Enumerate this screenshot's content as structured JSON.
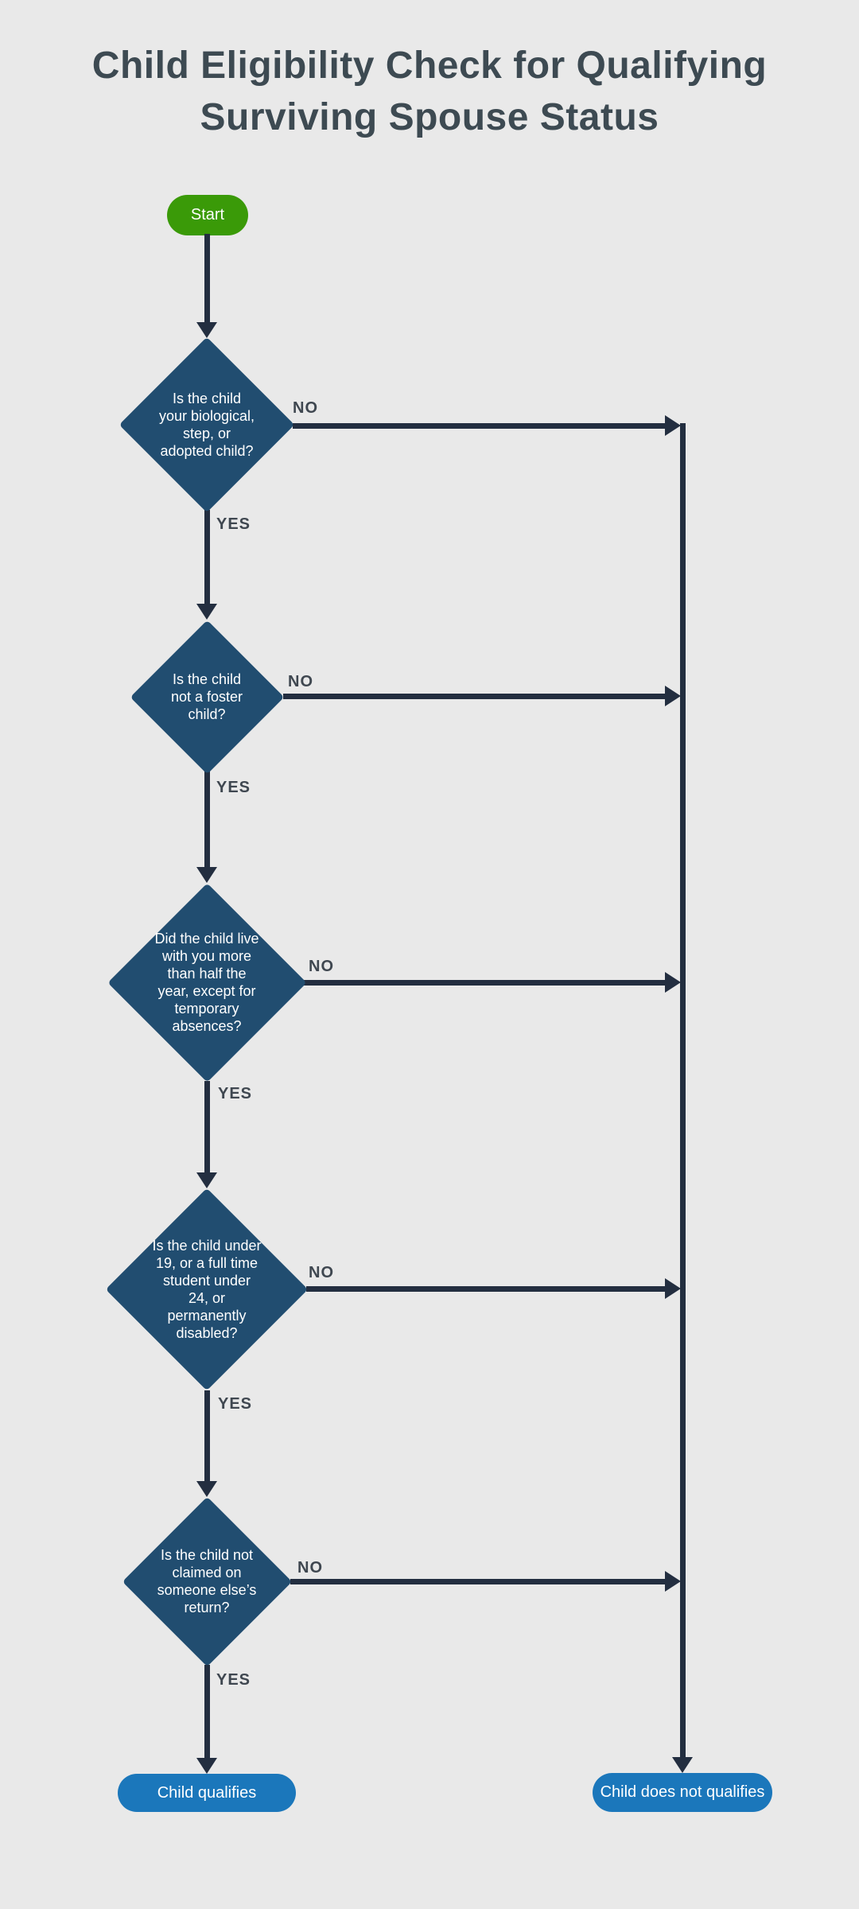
{
  "colors": {
    "background": "#e9e9e9",
    "title": "#3d4a52",
    "diamond": "#214d70",
    "start": "#3a9a08",
    "outcome": "#1b77bb",
    "line": "#232e40",
    "branch": "#3f4750"
  },
  "flow": {
    "title": "Child Eligibility Check for Qualifying\nSurviving Spouse Status",
    "start_label": "Start",
    "decisions": [
      {
        "text": "Is the child\nyour biological,\nstep, or\nadopted child?",
        "no_label": "NO",
        "yes_label": "YES"
      },
      {
        "text": "Is the child\nnot a foster\nchild?",
        "no_label": "NO",
        "yes_label": "YES"
      },
      {
        "text": "Did the child live\nwith you more\nthan half the\nyear, except for\ntemporary\nabsences?",
        "no_label": "NO",
        "yes_label": "YES"
      },
      {
        "text": "Is the child under\n19, or a full time\nstudent under\n24, or\npermanently\ndisabled?",
        "no_label": "NO",
        "yes_label": "YES"
      },
      {
        "text": "Is the child not\nclaimed on\nsomeone else’s\nreturn?",
        "no_label": "NO",
        "yes_label": "YES"
      }
    ],
    "outcomes": {
      "qualifies": "Child qualifies",
      "not_qualifies": "Child does not qualifies"
    }
  }
}
